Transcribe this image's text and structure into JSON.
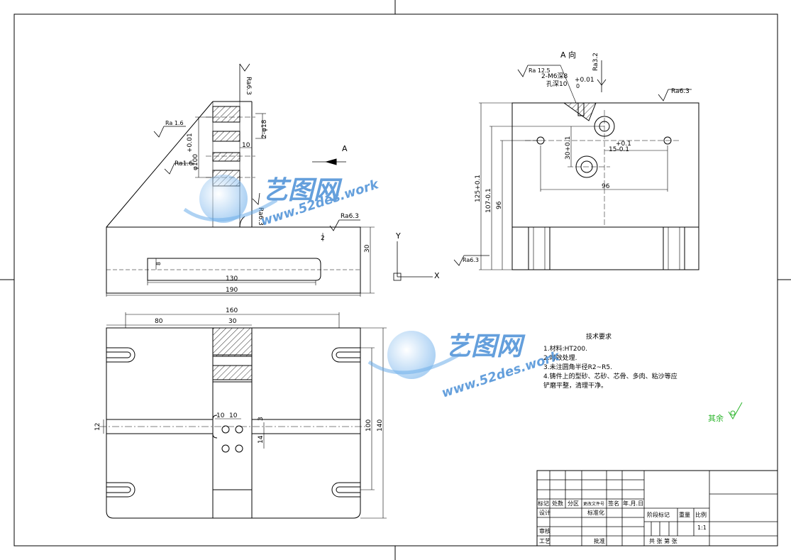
{
  "view_a": {
    "title": "A 向",
    "thread_note": "2-M6深8",
    "hole_depth_note": "孔深10",
    "tol_plus_001": "+0.01",
    "tol_0": "0",
    "rough_ra3_2": "Ra3.2",
    "rough_ra6_3_top": "Ra6.3",
    "rough_ra12_5": "Ra 12.5",
    "rough_ra6_3_bottom": "Ra6.3",
    "dim_125": "125+0.1",
    "dim_107": "107-0.1",
    "dim_96v": "96",
    "dim_30": "30+0.1",
    "dim_15": "15-0.1",
    "dim_15_tol": "+0.1",
    "dim_96h": "96"
  },
  "front_view": {
    "rough_ra6_3_a": "Ra6.3",
    "rough_ra6_3_b": "Ra6.3",
    "rough_ra6_3_c": "Ra6.3",
    "rough_ra1_6_a": "Ra 1.6",
    "rough_ra1_6_b": "Ra1.6",
    "dim_2phi18": "2-φ18",
    "dim_phi100": "φ100",
    "dim_phi100_tol": "+0.01",
    "dim_10": "10",
    "arrow_label": "A",
    "dim_2": "2",
    "dim_30": "30",
    "dim_8": "8",
    "dim_130": "130",
    "dim_190": "190",
    "axis_y": "Y",
    "axis_x": "X"
  },
  "top_view": {
    "dim_160": "160",
    "dim_80": "80",
    "dim_30": "30",
    "dim_10a": "10",
    "dim_10b": "10",
    "dim_3": "3",
    "dim_12": "12",
    "dim_14": "14",
    "dim_100": "100",
    "dim_140": "140"
  },
  "tech_req": {
    "title": "技术要求",
    "items": [
      "1.材料:HT200.",
      "2.时效处理.",
      "3.未注圆角半径R2~R5.",
      "4.铸件上的型砂、芯砂、芯骨、多肉、粘沙等应",
      "铲磨平整，清理干净。"
    ]
  },
  "other_rough": "其余",
  "watermark": {
    "cn": "艺图网",
    "url": "www.52des.work"
  },
  "title_block": {
    "r1": [
      "标记",
      "处数",
      "分区",
      "更改文件号",
      "签名",
      "年.月.日"
    ],
    "design": "设计",
    "std": "标准化",
    "stage_mark": "阶段标记",
    "weight": "重量",
    "scale": "比例",
    "scale_val": "1:1",
    "review": "审核",
    "process": "工艺",
    "approve": "批准",
    "sheets": "共  张  第  张"
  }
}
